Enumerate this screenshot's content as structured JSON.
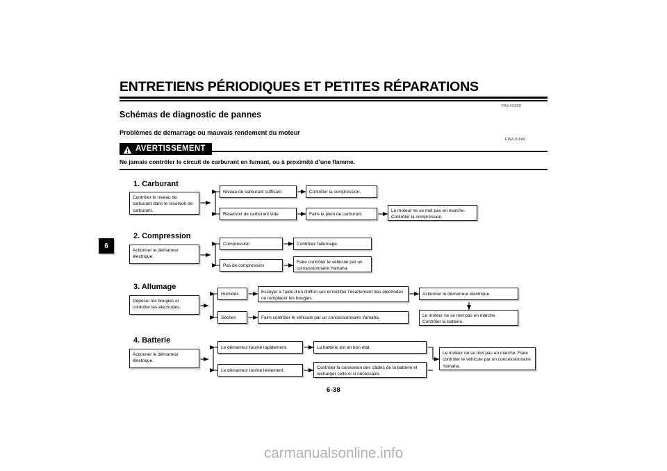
{
  "document": {
    "chapter_title": "ENTRETIENS PÉRIODIQUES ET PETITES RÉPARATIONS",
    "section_title": "Schémas de diagnostic de pannes",
    "section_code": "FAU42360",
    "subsection_title": "Problèmes de démarrage ou mauvais rendement du moteur",
    "warning_code": "FWA10840",
    "warning_label": "AVERTISSEMENT",
    "warning_text": "Ne jamais contrôler le circuit de carburant en fumant, ou à proximité d’une flamme.",
    "chapter_tab": "6",
    "page_number": "6-38",
    "watermark": "carmanualsonline.info"
  },
  "flowchart": {
    "groups": [
      {
        "title": "1. Carburant",
        "start": "Contrôler le niveau de carburant dans le réservoir de carburant.",
        "branch_top": "Niveau de carburant suffisant",
        "branch_bottom": "Réservoir de carburant vide",
        "result_top": "Contrôler la compression.",
        "result_bottom": "Faire le plein de carburant.",
        "final": "Le moteur ne se met pas en marche. Contrôler la compression."
      },
      {
        "title": "2. Compression",
        "start": "Actionner le démarreur électrique.",
        "branch_top": "Compression",
        "branch_bottom": "Pas de compression",
        "result_top": "Contrôler l’allumage.",
        "result_bottom": "Faire contrôler le véhicule par un concessionnaire Yamaha."
      },
      {
        "title": "3. Allumage",
        "start": "Déposer les bougies et contrôler les électrodes.",
        "branch_top": "Humides",
        "branch_bottom": "Sèches",
        "result_top": "Essuyer à l’aide d’un chiffon sec et rectifier l’écartement des électrodes ou remplacer les bougies.",
        "result_bottom": "Faire contrôler le véhicule par un concessionnaire Yamaha.",
        "final_top": "Actionner le démarreur électrique.",
        "final_bottom": "Le moteur ne se met pas en marche. Contrôler la batterie."
      },
      {
        "title": "4. Batterie",
        "start": "Actionner le démarreur électrique.",
        "branch_top": "Le démarreur tourne rapidement.",
        "branch_bottom": "Le démarreur tourne lentement.",
        "result_top": "La batterie est en bon état.",
        "result_bottom": "Contrôler la connexion des câbles de la batterie et recharger celle-ci si nécessaire.",
        "final": "Le moteur ne se met pas en marche. Faire contrôler le véhicule par un concessionnaire Yamaha."
      }
    ]
  },
  "colors": {
    "ink": "#000000",
    "box_border": "#1a1a1a",
    "box_shadow": "#c4c4c4",
    "watermark": "#b3b3b3"
  }
}
